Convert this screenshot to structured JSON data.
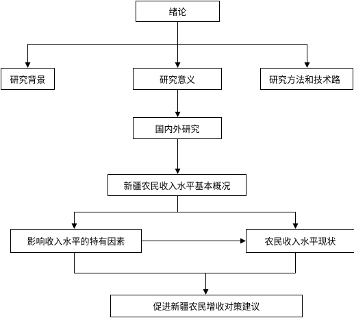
{
  "diagram": {
    "nodes": {
      "intro": "绪论",
      "background": "研究背景",
      "significance": "研究意义",
      "methods": "研究方法和技术路",
      "domestic": "国内外研究",
      "overview": "新疆农民收入水平基本概况",
      "factors": "影响收入水平的特有因素",
      "status": "农民收入水平现状",
      "suggestions": "促进新疆农民增收对策建议"
    },
    "edges": [
      {
        "from": "intro",
        "to": "background"
      },
      {
        "from": "intro",
        "to": "significance"
      },
      {
        "from": "intro",
        "to": "methods"
      },
      {
        "from": "significance",
        "to": "domestic"
      },
      {
        "from": "domestic",
        "to": "overview"
      },
      {
        "from": "overview",
        "to": "factors"
      },
      {
        "from": "overview",
        "to": "status"
      },
      {
        "from": "factors",
        "to": "status"
      },
      {
        "from": "factors",
        "to": "suggestions"
      },
      {
        "from": "status",
        "to": "suggestions"
      }
    ],
    "colors": {
      "line": "#000000",
      "box_border": "#000000",
      "background": "#ffffff"
    }
  }
}
